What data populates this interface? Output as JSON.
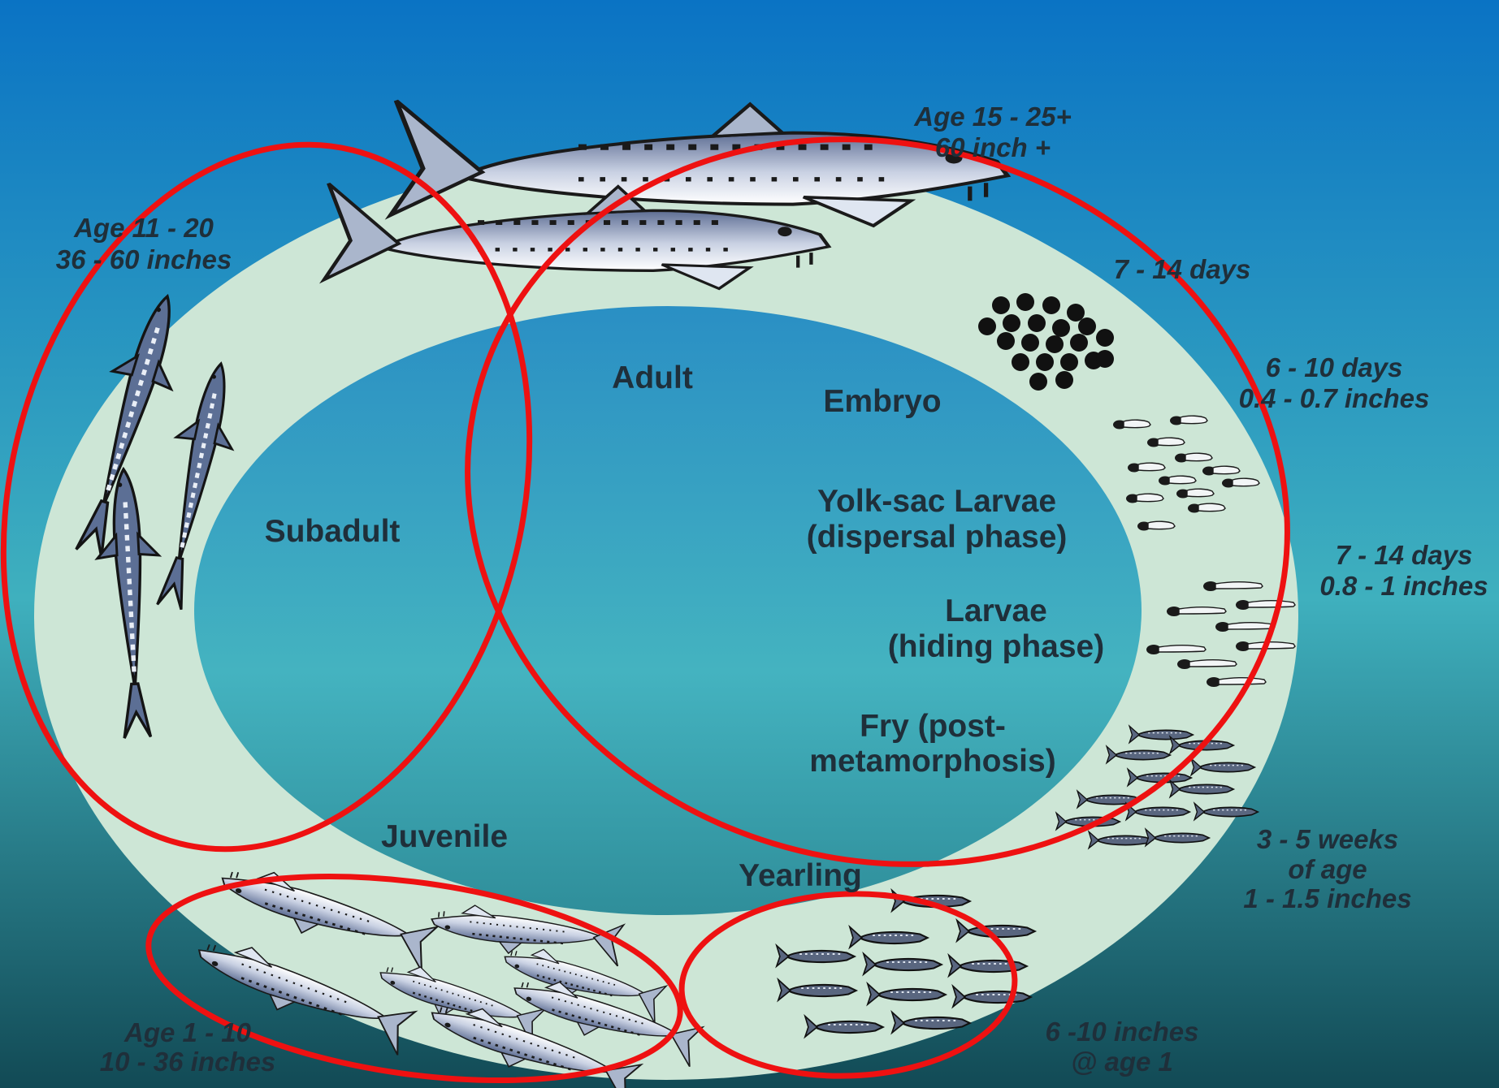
{
  "stages": {
    "adult": "Adult",
    "embryo": "Embryo",
    "yolk_sac_line1": "Yolk-sac Larvae",
    "yolk_sac_line2": "(dispersal phase)",
    "larvae_line1": "Larvae",
    "larvae_line2": "(hiding phase)",
    "fry_line1": "Fry (post-",
    "fry_line2": "metamorphosis)",
    "yearling": "Yearling",
    "juvenile": "Juvenile",
    "subadult": "Subadult"
  },
  "info": {
    "adult_age": "Age 15 - 25+",
    "adult_size": "60 inch +",
    "embryo_time": "7 - 14 days",
    "yolk_sac_time": "6 - 10 days",
    "yolk_sac_size": "0.4 - 0.7 inches",
    "larvae_time": "7 - 14 days",
    "larvae_size": "0.8 - 1 inches",
    "fry_time_1": "3 - 5 weeks",
    "fry_time_2": "of age",
    "fry_size": "1 - 1.5 inches",
    "yearling_size": "6 -10 inches",
    "yearling_age": "@ age 1",
    "juvenile_age": "Age 1 - 10",
    "juvenile_size": "10 - 36 inches",
    "subadult_age": "Age 11 - 20",
    "subadult_size": "36 - 60 inches"
  },
  "colors": {
    "background_top": "#0a73c4",
    "background_mid": "#3fb0be",
    "background_bottom": "#124a55",
    "ring": "#cde6d6",
    "highlight": "#ee1111",
    "fish_dark": "#5c6f95",
    "egg": "#111111"
  },
  "icons": {
    "adult": "sturgeon-adult-icon",
    "subadult": "sturgeon-subadult-icon",
    "juvenile": "sturgeon-juvenile-icon",
    "yearling": "sturgeon-yearling-icon",
    "fry": "sturgeon-fry-icon",
    "larvae": "larva-icon",
    "yolk_sac": "yolk-sac-larva-icon",
    "embryo": "egg-cluster-icon"
  }
}
